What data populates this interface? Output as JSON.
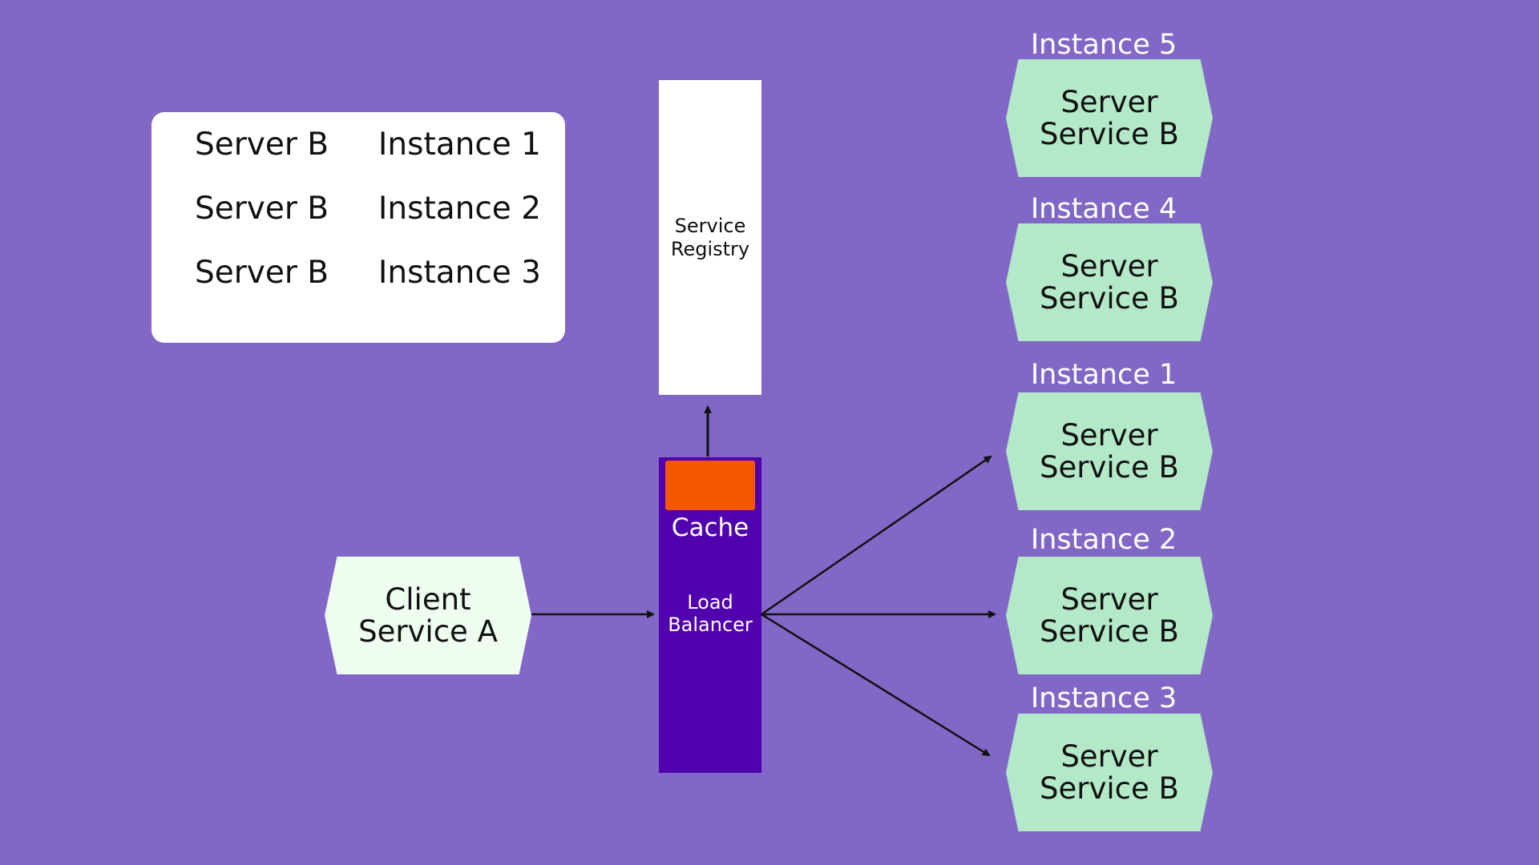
{
  "registry_table": {
    "rows": [
      {
        "server": "Server B",
        "instance": "Instance 1"
      },
      {
        "server": "Server B",
        "instance": "Instance 2"
      },
      {
        "server": "Server B",
        "instance": "Instance 3"
      }
    ]
  },
  "service_registry": {
    "label": "Service\nRegistry"
  },
  "load_balancer": {
    "cache_label": "Cache",
    "label": "Load\nBalancer"
  },
  "client": {
    "label": "Client\nService A"
  },
  "instances": [
    {
      "title": "Instance 5",
      "label": "Server\nService B"
    },
    {
      "title": "Instance 4",
      "label": "Server\nService B"
    },
    {
      "title": "Instance 1",
      "label": "Server\nService B"
    },
    {
      "title": "Instance 2",
      "label": "Server\nService B"
    },
    {
      "title": "Instance 3",
      "label": "Server\nService B"
    }
  ],
  "colors": {
    "background": "#8268c6",
    "registry": "#ffffff",
    "load_balancer": "#5100ae",
    "cache": "#f25700",
    "server_node": "#b3e8c9",
    "client_node": "#eefdf0"
  }
}
